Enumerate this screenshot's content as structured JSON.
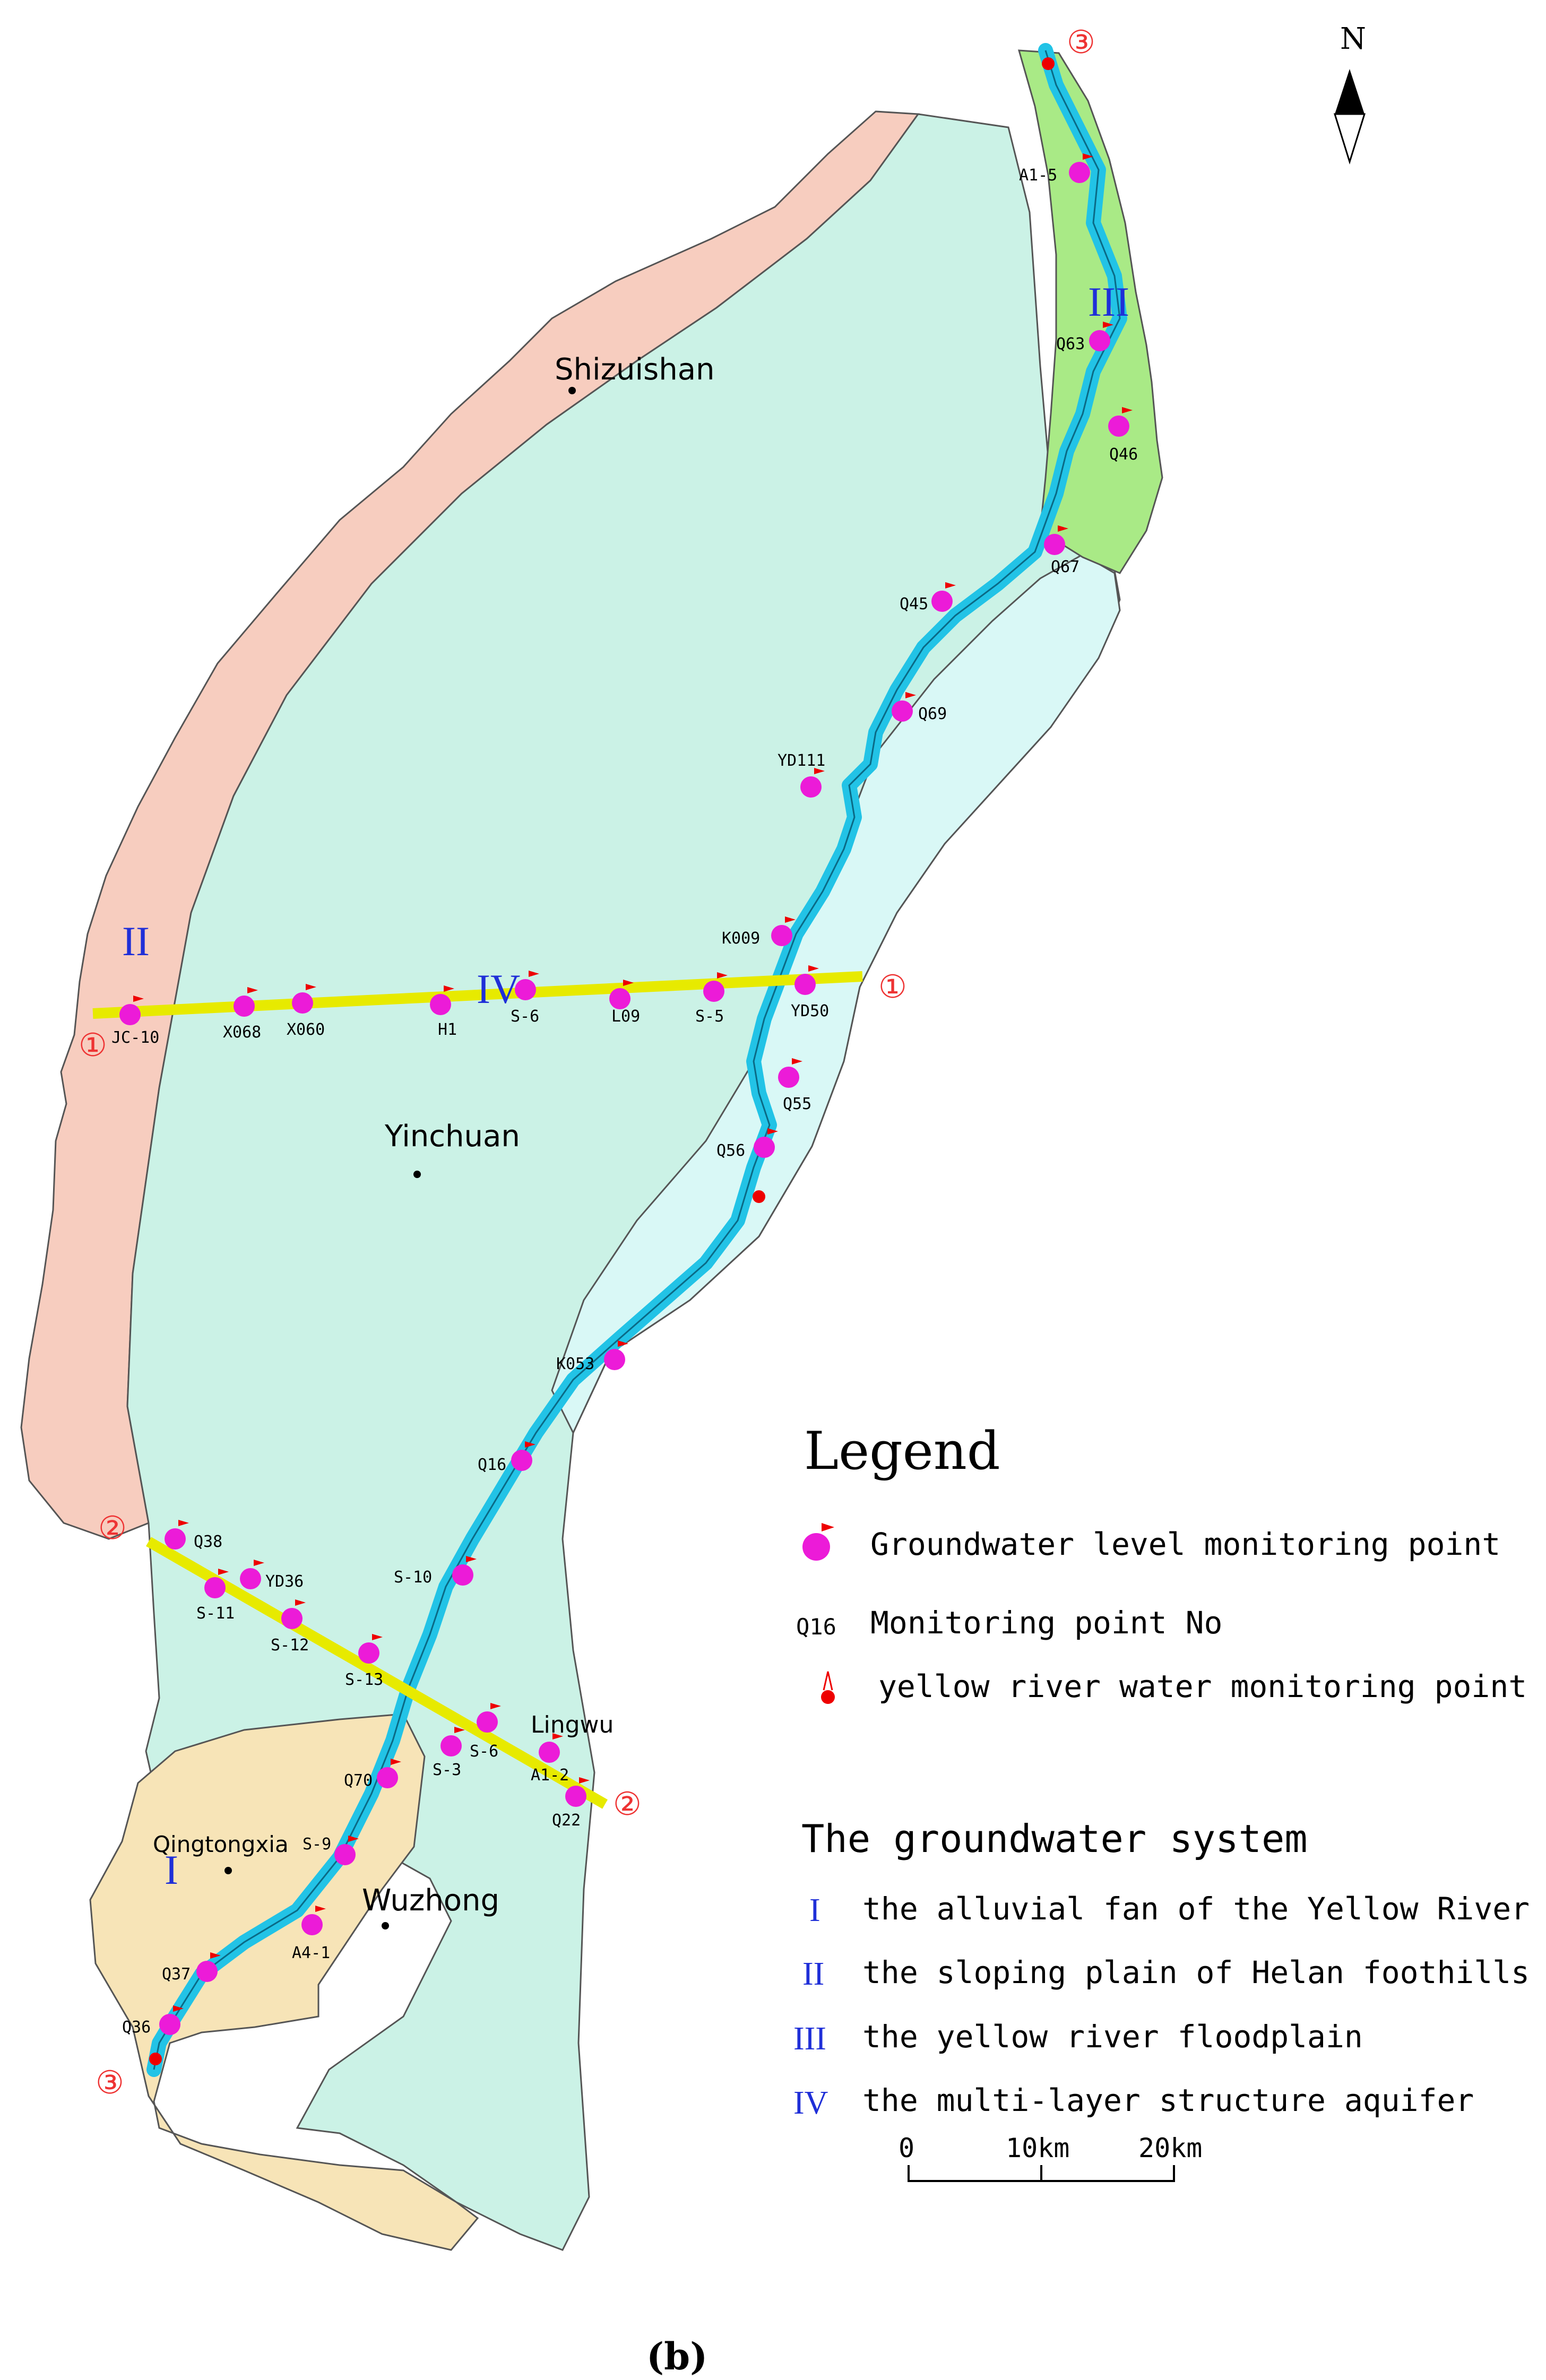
{
  "north_label": "N",
  "caption": "(b)",
  "colors": {
    "zone_I": "#f7e4b7",
    "zone_II": "#f7cdbf",
    "zone_III": "#a9ea86",
    "zone_IV": "#cbf2e6",
    "floodplain_east": "#d9f8f6",
    "river": "#22c3e6",
    "point": "#ec1bd8",
    "section": "#e7ea00",
    "roman": "#1f2fd8",
    "circled": "#e33"
  },
  "cities": {
    "shizuishan": "Shizuishan",
    "yinchuan": "Yinchuan",
    "lingwu": "Lingwu",
    "qingtongxia": "Qingtongxia",
    "wuzhong": "Wuzhong"
  },
  "zones": {
    "I": "I",
    "II": "II",
    "III": "III",
    "IV": "IV"
  },
  "sections": {
    "s1": "①",
    "s2": "②",
    "s3": "③"
  },
  "points": {
    "A1_5": "A1-5",
    "Q63": "Q63",
    "Q46": "Q46",
    "Q67": "Q67",
    "Q45": "Q45",
    "Q69": "Q69",
    "YD111": "YD111",
    "K009": "K009",
    "YD50": "YD50",
    "S_5": "S-5",
    "L09": "L09",
    "S_6a": "S-6",
    "H1": "H1",
    "X060": "X060",
    "X068": "X068",
    "JC_10": "JC-10",
    "Q55": "Q55",
    "Q56": "Q56",
    "K053": "K053",
    "Q16": "Q16",
    "S_10": "S-10",
    "Q38": "Q38",
    "YD36": "YD36",
    "S_11": "S-11",
    "S_12": "S-12",
    "S_13": "S-13",
    "S_3": "S-3",
    "S_6b": "S-6",
    "A1_2": "A1-2",
    "Q22": "Q22",
    "Q70": "Q70",
    "S_9": "S-9",
    "A4_1": "A4-1",
    "Q37": "Q37",
    "Q36": "Q36"
  },
  "legend": {
    "title": "Legend",
    "gw_point": "Groundwater level monitoring point",
    "no_sample": "Q16",
    "no_label": "Monitoring point No",
    "yr_point": "yellow river water monitoring point",
    "system_title": "The groundwater system",
    "sys_I": "I",
    "sys_I_text": "the alluvial fan of the Yellow River",
    "sys_II": "II",
    "sys_II_text": "the sloping plain of Helan foothills",
    "sys_III": "III",
    "sys_III_text": "the yellow river floodplain",
    "sys_IV": "IV",
    "sys_IV_text": "the multi-layer structure aquifer"
  },
  "scale": {
    "zero": "0",
    "mid": "10km",
    "end": "20km"
  }
}
